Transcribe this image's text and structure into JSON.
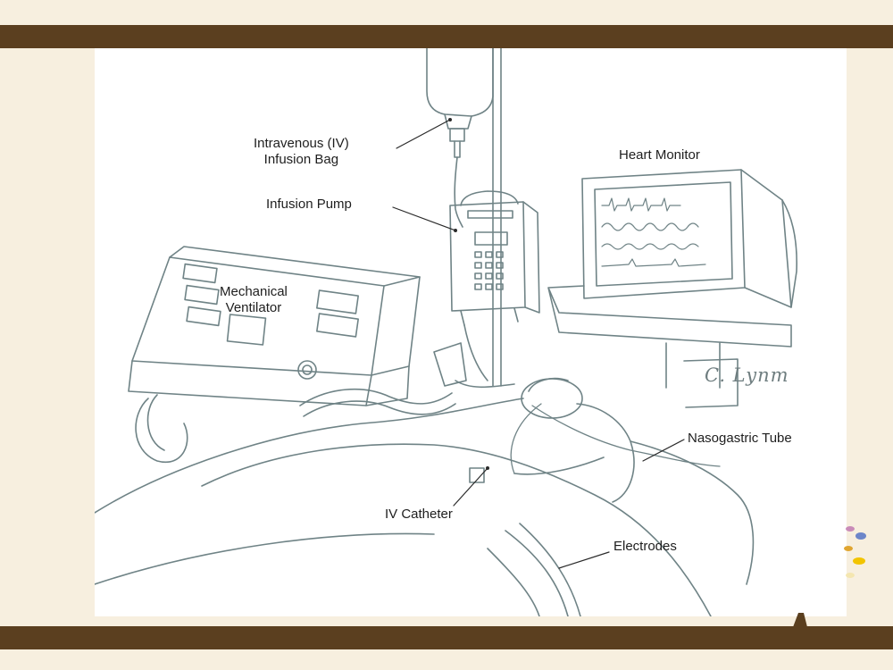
{
  "figure": {
    "labels": {
      "iv_bag": "Intravenous (IV)\nInfusion Bag",
      "heart_monitor": "Heart Monitor",
      "infusion_pump": "Infusion Pump",
      "ventilator": "Mechanical\nVentilator",
      "nasogastric_tube": "Nasogastric Tube",
      "iv_catheter": "IV Catheter",
      "electrodes": "Electrodes"
    },
    "artist_signature": "C. Lynm"
  },
  "colors": {
    "frame_band": "#5b3f1f",
    "background": "#f7efdf",
    "sketch_line": "#6f8386"
  }
}
